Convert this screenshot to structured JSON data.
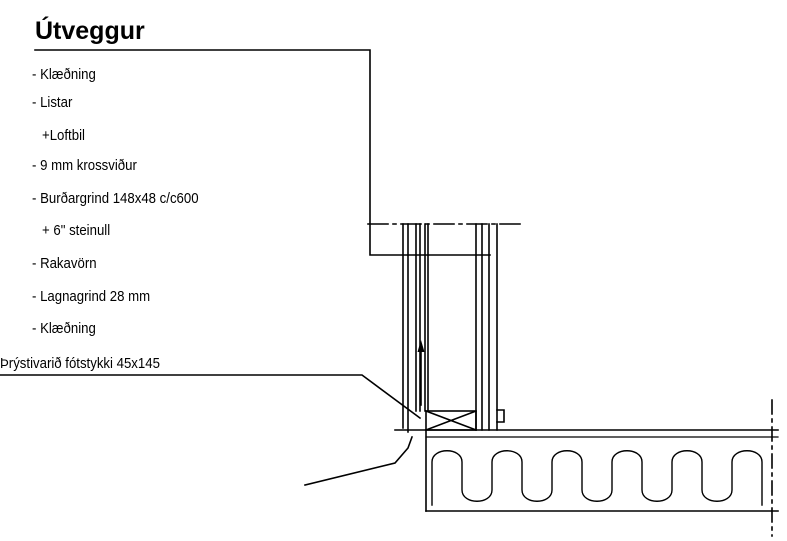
{
  "title": "Útveggur",
  "layers": [
    "- Klæðning",
    "- Listar",
    "+Loftbil",
    "- 9 mm krossviður",
    "- Burðargrind 148x48 c/c600",
    "+ 6\" steinull",
    "- Rakavörn",
    "- Lagnagrind 28 mm",
    "- Klæðning"
  ],
  "foot_label": "Þrýstivarið fótstykki 45x145",
  "colors": {
    "line": "#000000",
    "background": "#ffffff"
  }
}
